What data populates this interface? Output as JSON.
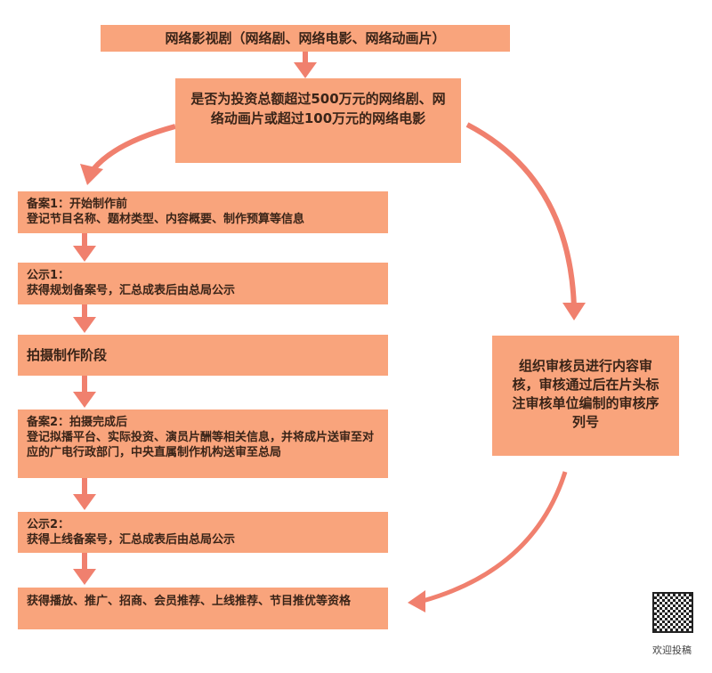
{
  "top": "网络影视剧（网络剧、网络电影、网络动画片）",
  "question": "是否为投资总额超过500万元的网络剧、网络动画片或超过100万元的网络电影",
  "left_steps": [
    {
      "title": "备案1：开始制作前",
      "body": "登记节目名称、题材类型、内容概要、制作预算等信息"
    },
    {
      "title": "公示1：",
      "body": "获得规划备案号，汇总成表后由总局公示"
    },
    {
      "title": "拍摄制作阶段",
      "body": ""
    },
    {
      "title": "备案2：拍摄完成后",
      "body": "登记拟播平台、实际投资、演员片酬等相关信息，并将成片送审至对应的广电行政部门，中央直属制作机构送审至总局"
    },
    {
      "title": "公示2：",
      "body": "获得上线备案号，汇总成表后由总局公示"
    },
    {
      "title": "获得播放、推广、招商、会员推荐、上线推荐、节目推优等资格",
      "body": ""
    }
  ],
  "right_step": "组织审核员进行内容审核，审核通过后在片头标注审核单位编制的审核序列号",
  "qr_caption": "欢迎投稿",
  "colors": {
    "box": "#f9a47c",
    "arrow": "#f0806e"
  }
}
